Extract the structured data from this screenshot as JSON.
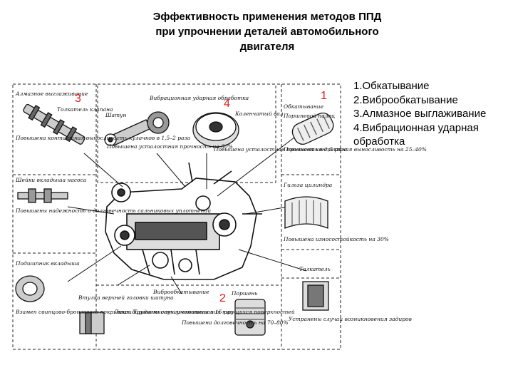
{
  "title": {
    "line1": "Эффективность применения методов ППД",
    "line2": "при упрочнении деталей автомобильного",
    "line3": "двигателя"
  },
  "methods": [
    "1.Обкатывание",
    "2.Виброобкатывание",
    "3.Алмазное выглаживание",
    "4.Вибрационная ударная обработка"
  ],
  "markers": {
    "m1": "1",
    "m2": "2",
    "m3": "3",
    "m4": "4"
  },
  "colors": {
    "marker": "#e0191b",
    "ink": "#111111"
  },
  "callouts": {
    "diamond": "Алмазное выглаживание",
    "valve_pusher": "Толкатель клапана",
    "crankshaft_note": "Повышена контактная выносливость кулачков в 1,5–2 раза",
    "vibro_title": "Вибрационная ударная обработка",
    "rod": "Шатун",
    "crankshaft": "Коленчатый вал",
    "rod_note": "Повышена усталостная прочность на 30%",
    "gear_note": "Повышена усталостная прочность в 1,5 раза",
    "rolling_title": "Обкатывание",
    "liner": "Поршневой палец",
    "liner_note": "Повышена контактная выносливость на 25–40%",
    "pin_fillet": "Шейки вкладыша насоса",
    "wear_note": "Повышены надежность и долговечность сальниковых уплотнений",
    "cylinder": "Гильза цилиндра",
    "cyl_note": "Повышена износостойкость на 30%",
    "bearing": "Подшипник вкладыша",
    "bearing_note": "Взамен свинцово-бронзового покрытия. Трудоемкость уменьшена в 15 раз",
    "sleeve": "Втулка верхней головки шатуна",
    "sleeve_note": "Ликвидированы случаи схватывания трущихся поверхностей",
    "vibro_rolling": "Виброобкатывание",
    "piston_pin": "Поршень",
    "piston_note": "Повышена долговечность на 70–80%",
    "tappet": "Толкатель",
    "tappet_note": "Устранены случаи возникновения задиров"
  }
}
